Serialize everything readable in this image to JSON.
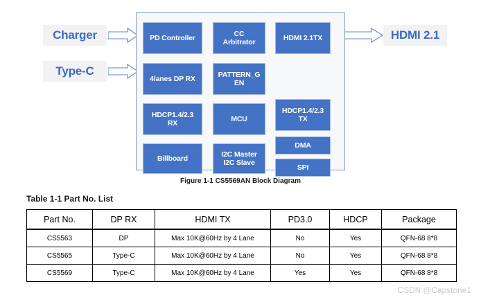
{
  "diagram": {
    "inputs": [
      {
        "name": "charger",
        "label": "Charger"
      },
      {
        "name": "type-c",
        "label": "Type-C"
      }
    ],
    "outputs": [
      {
        "name": "hdmi",
        "label": "HDMI 2.1"
      }
    ],
    "arrows": {
      "charger_arrow": "right-block-arrow",
      "typec_arrow": "right-block-arrow",
      "hdmi_arrow": "right-block-arrow"
    },
    "blocks": [
      {
        "name": "pd-controller",
        "label": "PD Controller"
      },
      {
        "name": "dp-rx",
        "label": "4lanes DP RX"
      },
      {
        "name": "hdcp-rx",
        "label": "HDCP1.4/2.3 RX"
      },
      {
        "name": "billboard",
        "label": "Billboard"
      },
      {
        "name": "cc-arbitrator",
        "label": "CC Arbitrator"
      },
      {
        "name": "pattern-gen",
        "label": "PATTERN_GEN"
      },
      {
        "name": "mcu",
        "label": "MCU"
      },
      {
        "name": "i2c",
        "label": "I2C Master I2C Slave"
      },
      {
        "name": "hdmi-tx",
        "label": "HDMI 2.1TX"
      },
      {
        "name": "hdcp-tx",
        "label": "HDCP1.4/2.3 TX"
      },
      {
        "name": "dma",
        "label": "DMA"
      },
      {
        "name": "spi",
        "label": "SPI"
      }
    ],
    "block_text": {
      "pd_controller": "PD Controller",
      "dp_rx": "4lanes DP RX",
      "hdcp_rx_line1": "HDCP1.4/2.3",
      "hdcp_rx_line2": "RX",
      "billboard": "Billboard",
      "cc_arbitrator_line1": "CC",
      "cc_arbitrator_line2": "Arbitrator",
      "pattern_gen_line1": "PATTERN_G",
      "pattern_gen_line2": "EN",
      "mcu": "MCU",
      "i2c_line1": "I2C Master",
      "i2c_line2": "I2C Slave",
      "hdmi_tx": "HDMI 2.1TX",
      "hdcp_tx_line1": "HDCP1.4/2.3",
      "hdcp_tx_line2": "TX",
      "dma": "DMA",
      "spi": "SPI"
    },
    "caption": "Figure 1-1 CS5569AN Block Diagram",
    "colors": {
      "block_fill": "#4472C4",
      "block_border": "#A7BCDE",
      "container_fill": "#F7F8FA",
      "container_border": "#7E9BC9",
      "label_text": "#3C6AC4",
      "label_fill": "#F2F2F2",
      "arrow_stroke": "#4472C4"
    }
  },
  "table": {
    "title": "Table 1-1 Part No. List",
    "headers": [
      "Part No.",
      "DP RX",
      "HDMI TX",
      "PD3.0",
      "HDCP",
      "Package"
    ],
    "rows": [
      [
        "CS5563",
        "DP",
        "Max 10K@60Hz by 4 Lane",
        "No",
        "Yes",
        "QFN-68 8*8"
      ],
      [
        "CS5565",
        "Type-C",
        "Max 10K@60Hz by 4 Lane",
        "No",
        "Yes",
        "QFN-68 8*8"
      ],
      [
        "CS5569",
        "Type-C",
        "Max 10K@60Hz by 4 Lane",
        "Yes",
        "Yes",
        "QFN-68 8*8"
      ]
    ]
  },
  "watermark": {
    "text": "CSDN @Capstone1"
  }
}
